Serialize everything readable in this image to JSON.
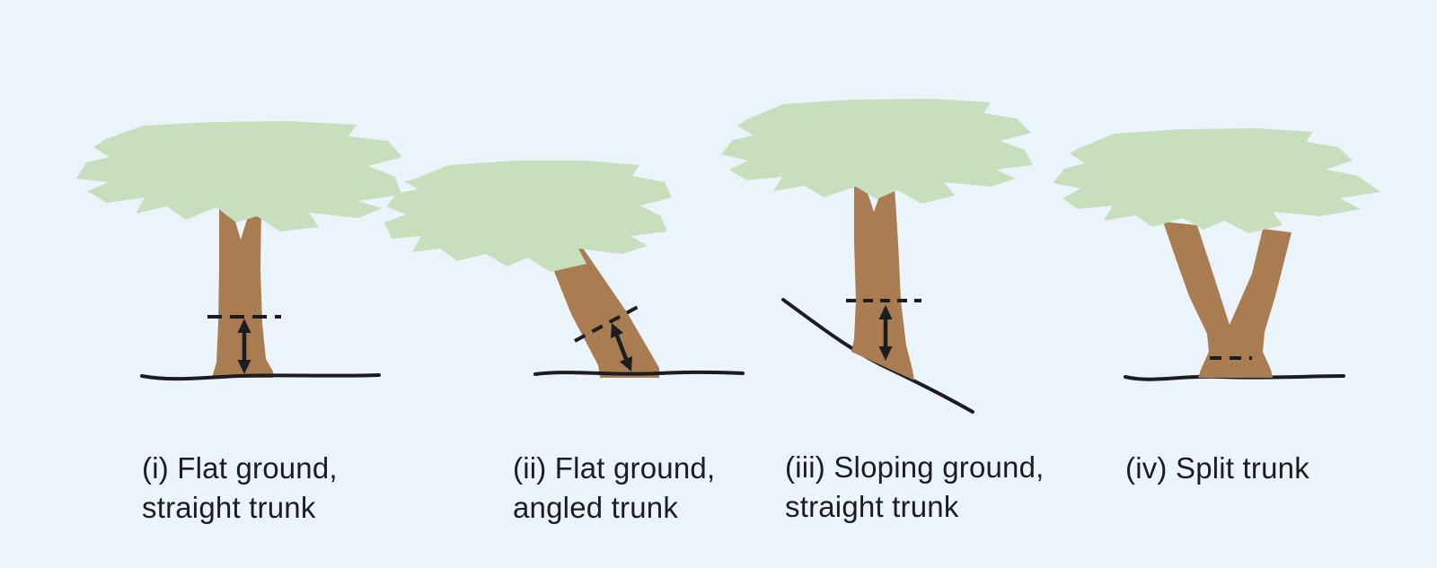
{
  "colors": {
    "background": "#ecf4fb",
    "canopy": "#c8dfbe",
    "trunk": "#a97c52",
    "ink": "#1b1d21"
  },
  "panels": [
    {
      "id": "i",
      "caption": "(i) Flat ground,\nstraight trunk"
    },
    {
      "id": "ii",
      "caption": "(ii) Flat ground,\nangled trunk"
    },
    {
      "id": "iii",
      "caption": "(iii) Sloping ground,\nstraight trunk"
    },
    {
      "id": "iv",
      "caption": "(iv) Split trunk"
    }
  ]
}
